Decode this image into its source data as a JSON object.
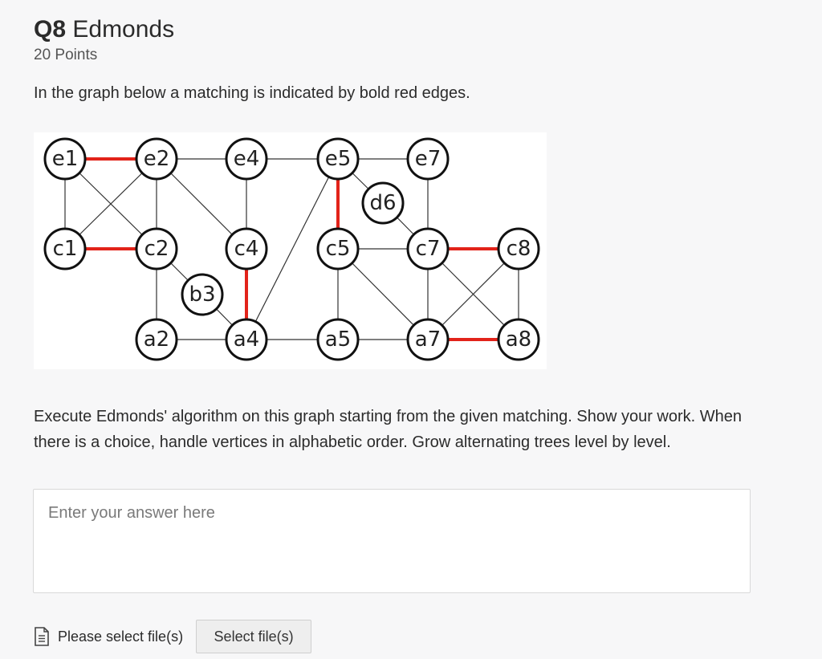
{
  "question": {
    "number": "Q8",
    "title": "Edmonds",
    "points": "20 Points",
    "intro": "In the graph below a matching is indicated by bold red edges.",
    "body": "Execute Edmonds' algorithm on this graph starting from the given matching. Show your work. When there is a choice, handle vertices in alphabetic order. Grow alternating trees level by level."
  },
  "graph": {
    "nodes": [
      "e1",
      "e2",
      "e4",
      "e5",
      "e7",
      "d6",
      "c1",
      "c2",
      "c4",
      "c5",
      "c7",
      "c8",
      "b3",
      "a2",
      "a4",
      "a5",
      "a7",
      "a8"
    ],
    "edges": [
      [
        "e1",
        "e2"
      ],
      [
        "e2",
        "e4"
      ],
      [
        "e4",
        "e5"
      ],
      [
        "e5",
        "e7"
      ],
      [
        "e1",
        "c1"
      ],
      [
        "e1",
        "c2"
      ],
      [
        "e2",
        "c1"
      ],
      [
        "e2",
        "c2"
      ],
      [
        "e2",
        "c4"
      ],
      [
        "e4",
        "c4"
      ],
      [
        "e5",
        "c5"
      ],
      [
        "e5",
        "d6"
      ],
      [
        "e5",
        "a4"
      ],
      [
        "d6",
        "c7"
      ],
      [
        "e7",
        "c7"
      ],
      [
        "c1",
        "c2"
      ],
      [
        "c2",
        "b3"
      ],
      [
        "c2",
        "a2"
      ],
      [
        "b3",
        "a4"
      ],
      [
        "c4",
        "a4"
      ],
      [
        "c5",
        "c7"
      ],
      [
        "c5",
        "a5"
      ],
      [
        "c5",
        "a7"
      ],
      [
        "c7",
        "c8"
      ],
      [
        "c7",
        "a7"
      ],
      [
        "c7",
        "a8"
      ],
      [
        "c8",
        "a7"
      ],
      [
        "c8",
        "a8"
      ],
      [
        "a2",
        "a4"
      ],
      [
        "a4",
        "a5"
      ],
      [
        "a5",
        "a7"
      ],
      [
        "a7",
        "a8"
      ]
    ],
    "matching": [
      [
        "e1",
        "e2"
      ],
      [
        "c1",
        "c2"
      ],
      [
        "c4",
        "a4"
      ],
      [
        "e5",
        "c5"
      ],
      [
        "c7",
        "c8"
      ],
      [
        "a7",
        "a8"
      ]
    ],
    "colors": {
      "matched_edge": "#e2231a",
      "edge": "#333333",
      "node_stroke": "#111111"
    }
  },
  "answer": {
    "placeholder": "Enter your answer here",
    "value": ""
  },
  "upload": {
    "label": "Please select file(s)",
    "button_label": "Select file(s)",
    "icon": "document-icon"
  }
}
